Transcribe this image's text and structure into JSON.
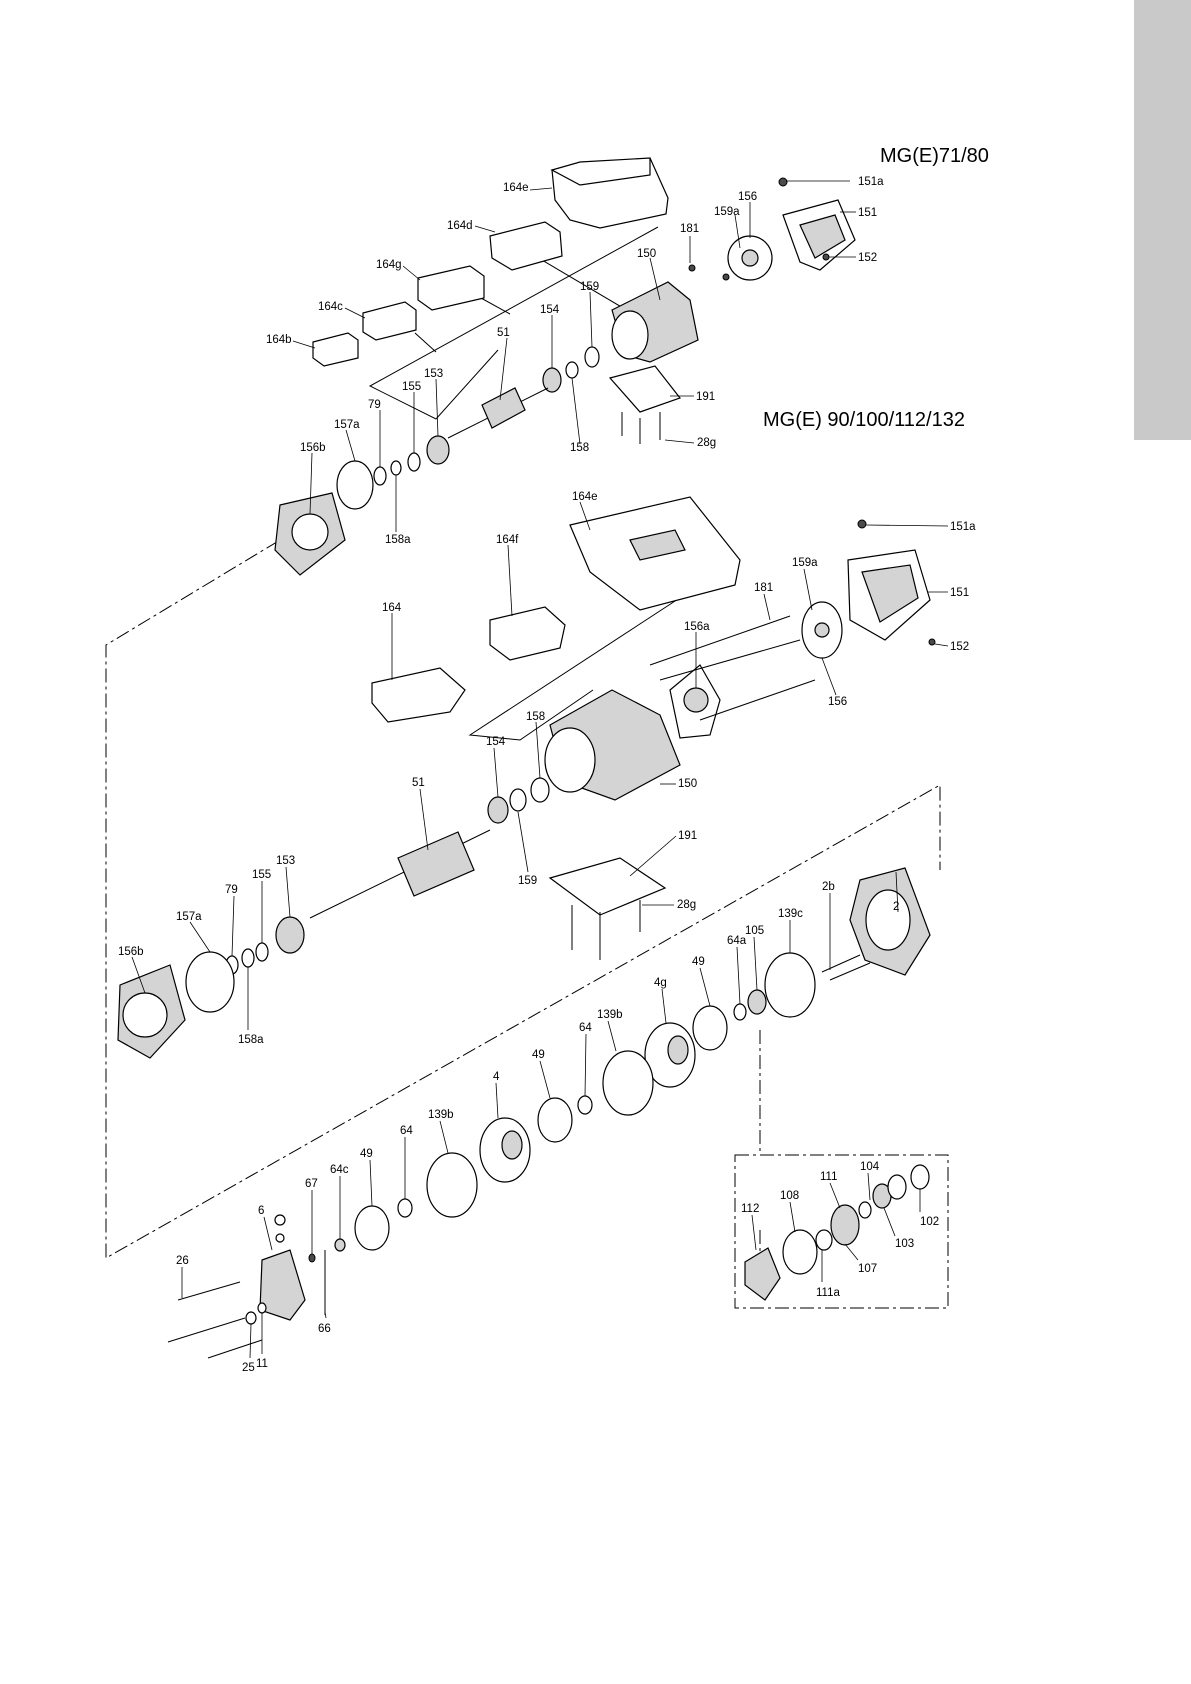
{
  "titles": {
    "small_motor": "MG(E)71/80",
    "large_motor": "MG(E) 90/100/112/132"
  },
  "labels": {
    "m1": [
      "164e",
      "164d",
      "164g",
      "164c",
      "164b",
      "151a",
      "159a",
      "156",
      "151",
      "181",
      "150",
      "152",
      "159",
      "154",
      "51",
      "191",
      "155",
      "153",
      "79",
      "157a",
      "156b",
      "158",
      "28g",
      "158a"
    ],
    "m2": [
      "164e",
      "151a",
      "164f",
      "159a",
      "151",
      "181",
      "164",
      "156a",
      "152",
      "156",
      "158",
      "154",
      "150",
      "51",
      "191",
      "153",
      "155",
      "79",
      "159",
      "157a",
      "28g",
      "156b",
      "158a"
    ],
    "pump": [
      "2",
      "2b",
      "139c",
      "105",
      "64a",
      "49",
      "4g",
      "139b",
      "64",
      "49",
      "4",
      "139b",
      "64",
      "64c",
      "67",
      "49",
      "6",
      "26",
      "66",
      "11",
      "25"
    ],
    "seal": [
      "104",
      "111",
      "112",
      "108",
      "102",
      "103",
      "107",
      "111a"
    ]
  }
}
